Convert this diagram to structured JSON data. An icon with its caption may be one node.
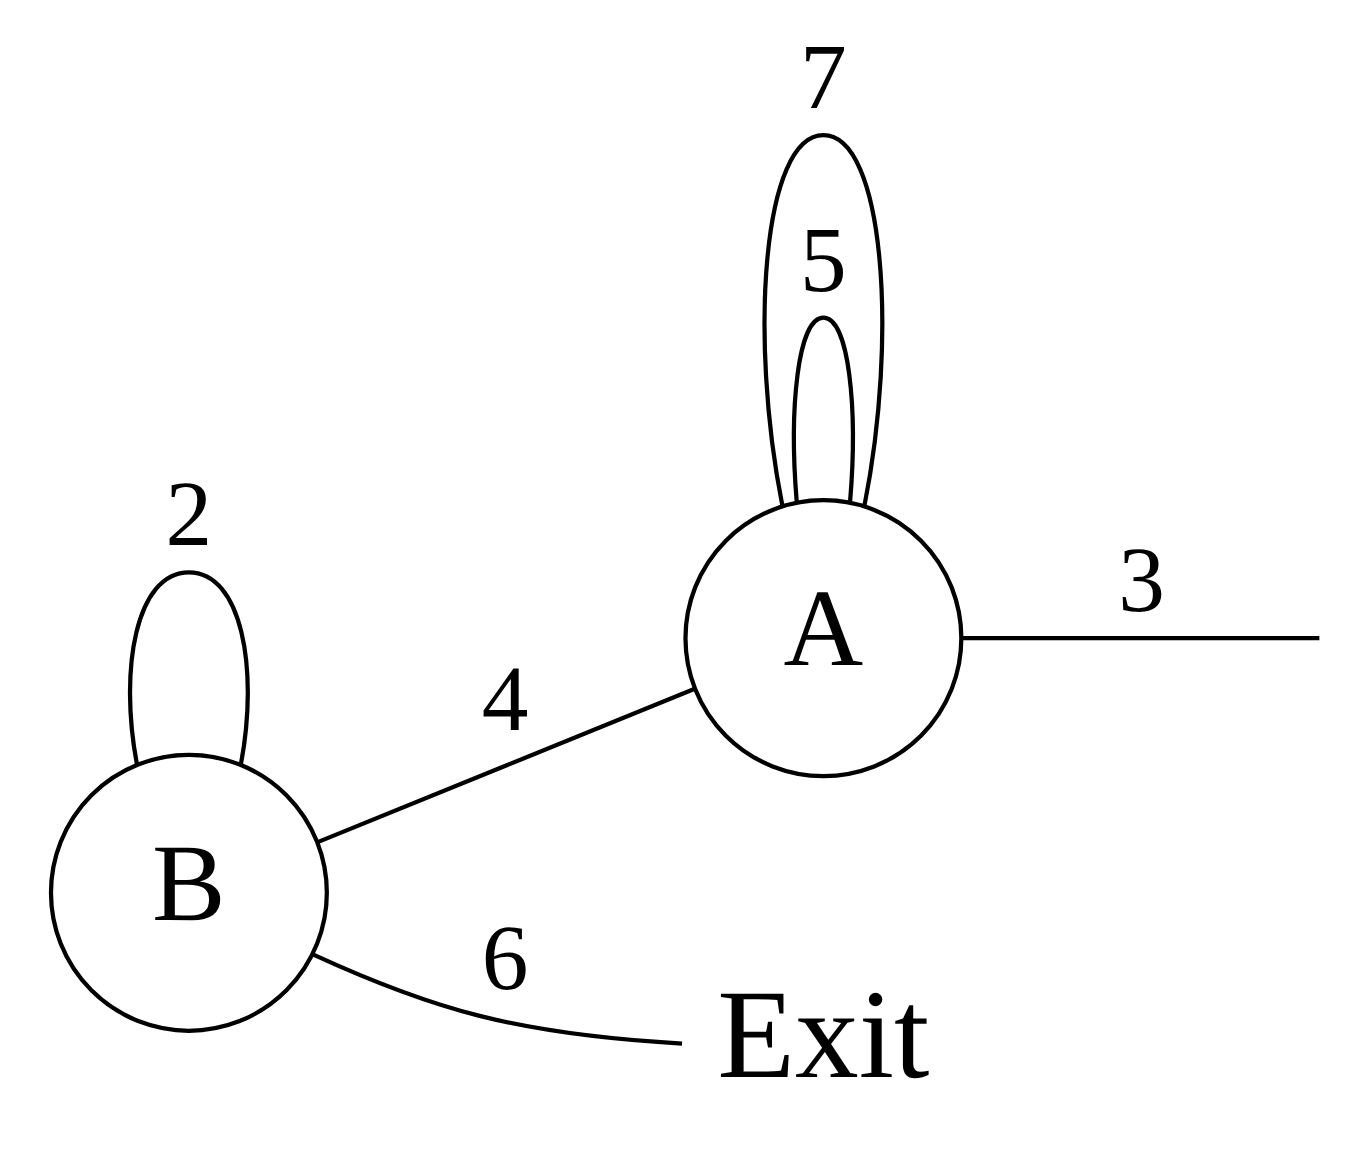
{
  "diagram": {
    "nodes": [
      {
        "text": [
          "B"
        ]
      },
      {
        "text": [
          "A"
        ]
      },
      {
        "text": [
          "Exit"
        ]
      }
    ],
    "edges": [
      {
        "from": 0,
        "to": 2,
        "arrow": "none",
        "label": "6"
      },
      {
        "from": 0,
        "to": 0,
        "arrow": "none",
        "label": "2"
      },
      {
        "from": 0,
        "to": 1,
        "arrow": "none",
        "label": "4"
      },
      {
        "from": 1,
        "to": null,
        "arrow": "none",
        "label": "3"
      },
      {
        "from": 1,
        "to": 1,
        "arrow": "none",
        "label": "5"
      },
      {
        "from": 1,
        "to": 1,
        "arrow": "none",
        "label": "7"
      }
    ]
  }
}
